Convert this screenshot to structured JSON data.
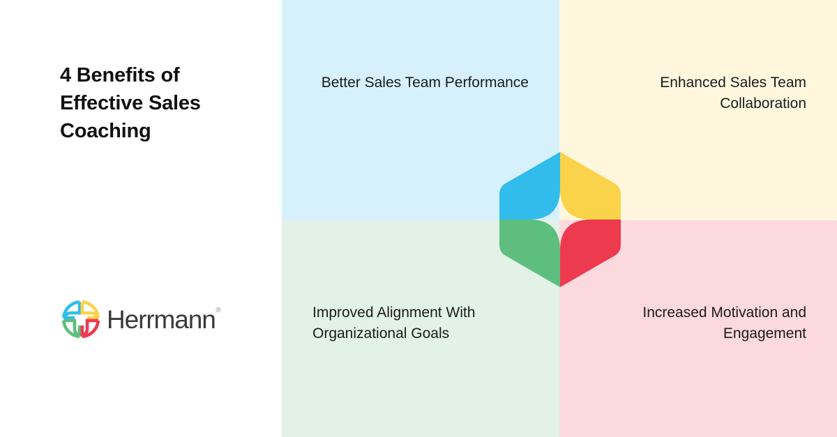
{
  "headline": "4 Benefits of Effective Sales Coaching",
  "brand": {
    "name": "Herrmann",
    "trademark_symbol": "®",
    "logo_icon_name": "herrmann-whole-brain-circle-logo",
    "wordmark_color": "#3a3a3a"
  },
  "quadrants": [
    {
      "id": "better-sales-team-performance",
      "label": "Better Sales Team Performance",
      "position": "top-left",
      "background_color": "#d6f1fc",
      "accent_color": "#31bcec",
      "text_align": "right"
    },
    {
      "id": "enhanced-sales-team-collaboration",
      "label": "Enhanced Sales Team Collaboration",
      "position": "top-right",
      "background_color": "#fef7de",
      "accent_color": "#fbd34a",
      "text_align": "right"
    },
    {
      "id": "improved-alignment-with-organizational-goals",
      "label": "Improved Alignment With Organizational Goals",
      "position": "bottom-left",
      "background_color": "#e2f2e7",
      "accent_color": "#5ebe7e",
      "text_align": "left"
    },
    {
      "id": "increased-motivation-and-engagement",
      "label": "Increased Motivation and Engagement",
      "position": "bottom-right",
      "background_color": "#fbd9df",
      "accent_color": "#ee3a4f",
      "text_align": "right"
    }
  ],
  "emblem": {
    "icon_name": "four-quadrant-hexagon-icon",
    "segments": [
      {
        "name": "blue-segment",
        "color": "#31bcec"
      },
      {
        "name": "yellow-segment",
        "color": "#fbd34a"
      },
      {
        "name": "green-segment",
        "color": "#5ebe7e"
      },
      {
        "name": "red-segment",
        "color": "#ee3a4f"
      }
    ]
  }
}
